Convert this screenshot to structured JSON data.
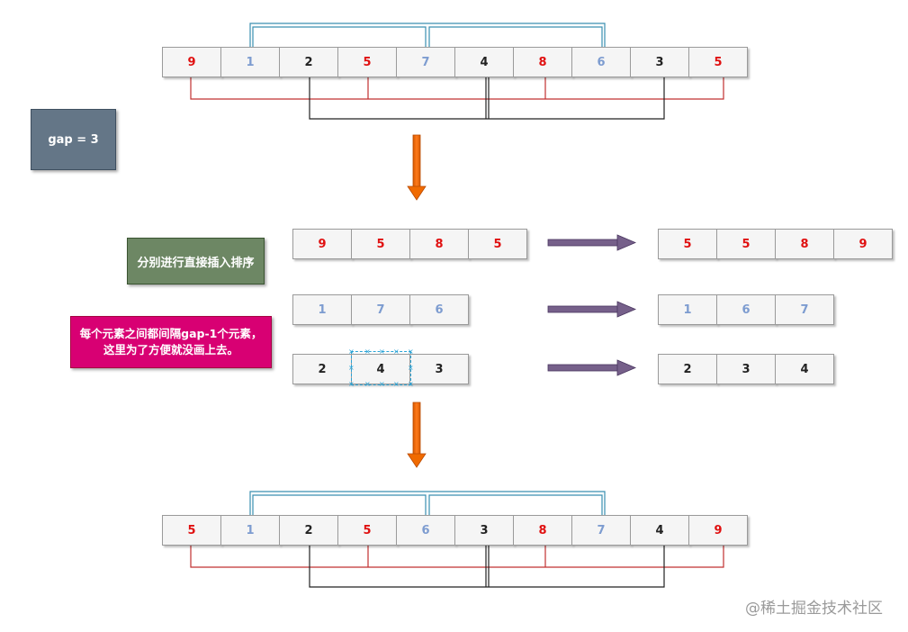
{
  "rows": {
    "top": [
      {
        "v": "9",
        "group": "red"
      },
      {
        "v": "1",
        "group": "blue"
      },
      {
        "v": "2",
        "group": "black"
      },
      {
        "v": "5",
        "group": "red"
      },
      {
        "v": "7",
        "group": "blue"
      },
      {
        "v": "4",
        "group": "black"
      },
      {
        "v": "8",
        "group": "red"
      },
      {
        "v": "6",
        "group": "blue"
      },
      {
        "v": "3",
        "group": "black"
      },
      {
        "v": "5",
        "group": "red"
      }
    ],
    "red_before": [
      "9",
      "5",
      "8",
      "5"
    ],
    "blue_before": [
      "1",
      "7",
      "6"
    ],
    "black_before": [
      "2",
      "4",
      "3"
    ],
    "red_after": [
      "5",
      "5",
      "8",
      "9"
    ],
    "blue_after": [
      "1",
      "6",
      "7"
    ],
    "black_after": [
      "2",
      "3",
      "4"
    ],
    "bottom": [
      {
        "v": "5",
        "group": "red"
      },
      {
        "v": "1",
        "group": "blue"
      },
      {
        "v": "2",
        "group": "black"
      },
      {
        "v": "5",
        "group": "red"
      },
      {
        "v": "6",
        "group": "blue"
      },
      {
        "v": "3",
        "group": "black"
      },
      {
        "v": "8",
        "group": "red"
      },
      {
        "v": "7",
        "group": "blue"
      },
      {
        "v": "4",
        "group": "black"
      },
      {
        "v": "9",
        "group": "red"
      }
    ]
  },
  "labels": {
    "gap": "gap = 3",
    "insertion": "分别进行直接插入排序",
    "note": "每个元素之间都间隔gap-1个元素，这里为了方便就没画上去。"
  },
  "watermark": "@稀土掘金技术社区",
  "colors": {
    "red": "#e01010",
    "blue": "#7d9cd0",
    "black": "#222222",
    "teal_line": "#3a8fb0",
    "red_line": "#c03030",
    "black_line": "#222222",
    "orange_arrow": "#f06a00",
    "purple_arrow": "#76608a"
  }
}
